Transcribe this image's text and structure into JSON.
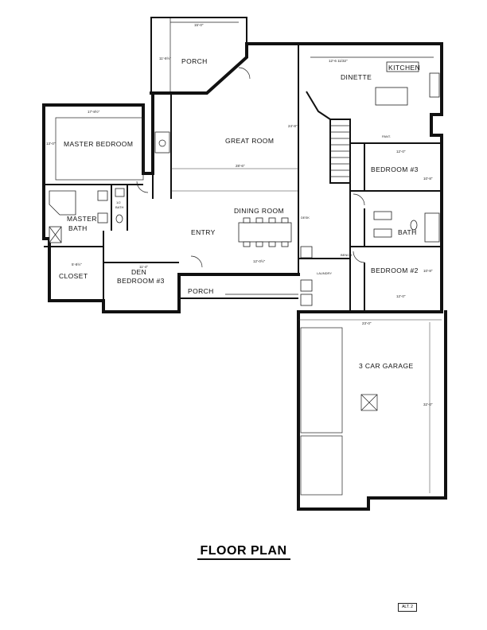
{
  "title": "FLOOR PLAN",
  "alt_badge": "ALT. 2",
  "rooms": {
    "porch_top": "PORCH",
    "great_room": "GREAT ROOM",
    "dinette": "DINETTE",
    "kitchen": "KITCHEN",
    "master_bedroom": "MASTER BEDROOM",
    "master_bath_1": "MASTER",
    "master_bath_2": "BATH",
    "closet": "CLOSET",
    "den_1": "DEN",
    "den_2": "BEDROOM #3",
    "entry": "ENTRY",
    "dining_room": "DINING ROOM",
    "porch_bottom": "PORCH",
    "bedroom3": "BEDROOM #3",
    "bath": "BATH",
    "bedroom2": "BEDROOM #2",
    "garage": "3 CAR GARAGE"
  },
  "small_labels": {
    "half_bath_1": "1/2",
    "half_bath_2": "BATH",
    "desk": "DESK",
    "bench": "BENCH",
    "laundry": "LAUNDRY",
    "pantry": "PANT."
  },
  "dimensions": {
    "porch_width": "15'-0\"",
    "porch_depth": "11'-8½\"",
    "master_width": "17'-8½\"",
    "master_depth": "13'-0\"",
    "great_room_width": "28'-6\"",
    "great_room_depth": "24'-8\"",
    "dinette_width": "12'-6 11/32\"",
    "bed3_width": "12'-0\"",
    "bed3_depth": "10'-8\"",
    "bed2_width": "12'-0\"",
    "bed2_depth": "10'-8\"",
    "dining_width": "12'-0½\"",
    "den_width": "11'-4\"",
    "closet_width": "5'-8½\"",
    "garage_width": "23'-0\"",
    "garage_depth": "32'-0\""
  }
}
